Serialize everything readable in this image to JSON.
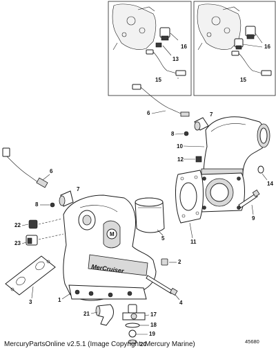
{
  "footer_text": "MercuryPartsOnline v2.5.1 (Image Copyright- Mercury Marine)",
  "figure_number": "45680",
  "brand_logo_text": "MerCruiser",
  "callouts": {
    "inset_left_16": "16",
    "inset_left_13": "13",
    "inset_left_15": "15",
    "inset_right_16": "16",
    "inset_right_15": "15",
    "c6_top": "6",
    "c7_top": "7",
    "c8_top": "8",
    "c10": "10",
    "c12": "12",
    "c14": "14",
    "c9": "9",
    "c11": "11",
    "c6_left": "6",
    "c7_left": "7",
    "c8_left": "8",
    "c5": "5",
    "c22": "22",
    "c23": "23",
    "c2": "2",
    "c3": "3",
    "c1": "1",
    "c4": "4",
    "c21": "21",
    "c17": "17",
    "c18": "18",
    "c19": "19",
    "c20": "20"
  }
}
